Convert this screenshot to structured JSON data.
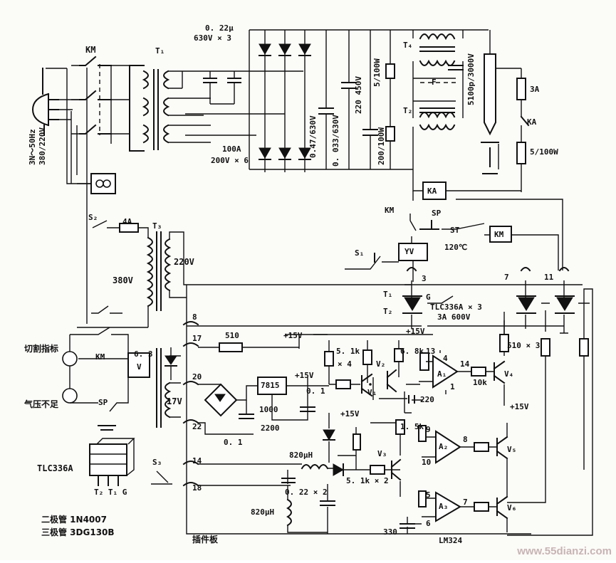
{
  "labels": {
    "km": "KM",
    "t1": "T₁",
    "t2_transformer": "T₂",
    "t3": "T₃",
    "t4": "T₄",
    "cap_022u": "0. 22μ",
    "cap_630v": "630V × 3",
    "mains_line1": "3N～50Hz",
    "mains_line2": "380/220V",
    "diode_100a": "100A",
    "diode_200v": "200V × 6",
    "cap_047": "0.47/630V",
    "cap_0033": "0. 033/630V",
    "cap_220_450": "220  450V",
    "res_5_100": "5/100W",
    "res_200_100": "200/100W",
    "spark_f": "F",
    "cap_5100p": "5100p/3000V",
    "fuse_3a": "3A",
    "ka": "KA",
    "res_5_100w": "5/100W",
    "ka_coil": "KA",
    "km_contact": "KM",
    "sp": "SP",
    "s2": "S₂",
    "fuse_4a": "4A",
    "v380": "380V",
    "v220": "220V",
    "st": "ST",
    "km_coil": "KM",
    "temp_120": "120℃",
    "s1": "S₁",
    "yv": "YV",
    "pin3": "3",
    "pin7": "7",
    "pin11": "11",
    "scr_t1": "T₁",
    "scr_g": "G",
    "scr_t2": "T₂",
    "scr_part": "TLC336A × 3",
    "scr_rating": "3A   600V",
    "plus15v_a": "+15V",
    "pin8": "8",
    "pin17": "17",
    "res510": "510",
    "plus15v_b": "+15V",
    "res_51k_x4": "5. 1k",
    "x4": "× 4",
    "v2": "V₂",
    "res_68k": "6. 8k",
    "pin13": "13",
    "pin4": "4",
    "res_510x3": "510 × 3",
    "lamp_cut": "切割指标",
    "km_lamp": "KM",
    "v63": "6. 3",
    "v63_unit": "V",
    "pin20": "20",
    "reg7815": "7815",
    "plus15v_c": "+15V",
    "cap01a": "0. 1",
    "v1": "V₁",
    "a1": "A₁",
    "pin14a": "14",
    "res10k": "10k",
    "v4": "V₄",
    "pin1": "1",
    "cap220": "220",
    "v17": "17V",
    "cap1000": "1000",
    "plus15v_d": "+15V",
    "plus15v_e": "+15V",
    "lamp_press": "气压不足",
    "sp_lamp": "SP",
    "pin22": "22",
    "cap2200": "2200",
    "cap01b": "0. 1",
    "res15k": "1. 5k",
    "pin9": "9",
    "pin8b": "8",
    "a2": "A₂",
    "v5": "V₅",
    "pin10": "10",
    "v3": "V₃",
    "ind820a": "820μH",
    "s3": "S₃",
    "pin14b": "14",
    "res51k_x2": "5. 1k × 2",
    "pin18": "18",
    "cap022x2": "0. 22 × 2",
    "pin5": "5",
    "pin7b": "7",
    "a3": "A₃",
    "v6": "V₆",
    "pin6": "6",
    "ind820b": "820μH",
    "tlc_part": "TLC336A",
    "tlc_pins": "T₂ T₁ G",
    "diode_note": "二极管 1N4007",
    "transistor_note": "三极管 3DG130B",
    "cap330": "330",
    "lm324": "LM324",
    "board": "插件板",
    "watermark": "www.55dianzi.com"
  }
}
